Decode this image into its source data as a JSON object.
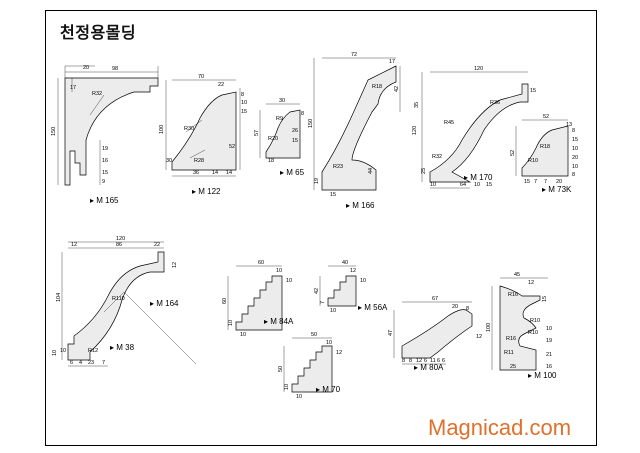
{
  "title": "천정용몰딩",
  "watermark": "Magnicad.com",
  "profiles": [
    {
      "label": "M 165",
      "dims": [
        "98",
        "20",
        "17",
        "R32",
        "150",
        "19",
        "16",
        "15",
        "9"
      ]
    },
    {
      "label": "M 122",
      "dims": [
        "70",
        "22",
        "8",
        "10",
        "15",
        "R30",
        "100",
        "52",
        "R28",
        "30",
        "36",
        "14",
        "14"
      ]
    },
    {
      "label": "M 65",
      "dims": [
        "30",
        "8",
        "R9",
        "57",
        "26",
        "R20",
        "15",
        "18"
      ]
    },
    {
      "label": "M 166",
      "dims": [
        "72",
        "17",
        "R18",
        "42",
        "150",
        "R23",
        "44",
        "19",
        "15"
      ]
    },
    {
      "label": "M 170",
      "dims": [
        "120",
        "15",
        "R36",
        "35",
        "120",
        "R45",
        "R32",
        "25",
        "10",
        "64",
        "10",
        "15"
      ]
    },
    {
      "label": "M 73K",
      "dims": [
        "52",
        "13",
        "8",
        "R18",
        "52",
        "15",
        "10",
        "20",
        "10",
        "8",
        "R10",
        "15",
        "7",
        "7",
        "20"
      ]
    },
    {
      "label": "M 164",
      "dims": [
        "120",
        "12",
        "86",
        "22",
        "12",
        "104",
        "R110"
      ]
    },
    {
      "label": "M 38",
      "dims": [
        "R12",
        "10",
        "10",
        "6",
        "4",
        "23",
        "7"
      ]
    },
    {
      "label": "M 84A",
      "dims": [
        "60",
        "10",
        "10",
        "60",
        "10",
        "10"
      ]
    },
    {
      "label": "M 56A",
      "dims": [
        "40",
        "12",
        "10",
        "42",
        "10",
        "7"
      ]
    },
    {
      "label": "M 70",
      "dims": [
        "50",
        "10",
        "12",
        "50",
        "10",
        "10"
      ]
    },
    {
      "label": "M 80A",
      "dims": [
        "67",
        "20",
        "8",
        "47",
        "12",
        "8",
        "8",
        "12",
        "6",
        "11",
        "6",
        "6"
      ]
    },
    {
      "label": "M 100",
      "dims": [
        "45",
        "12",
        "R16",
        "15",
        "R10",
        "100",
        "R10",
        "10",
        "R16",
        "19",
        "R11",
        "21",
        "16",
        "25"
      ]
    }
  ]
}
